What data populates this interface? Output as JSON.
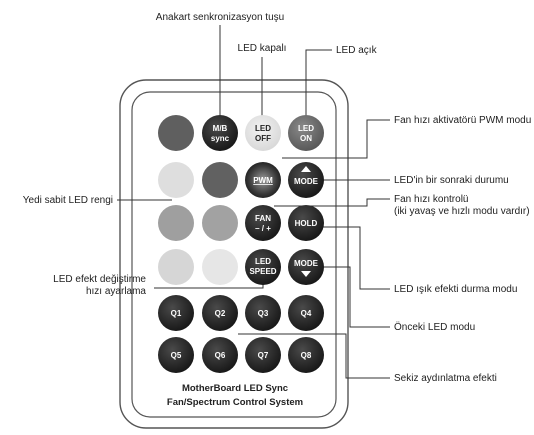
{
  "remote": {
    "title_line1": "MotherBoard LED Sync",
    "title_line2": "Fan/Spectrum Control System"
  },
  "colors": {
    "dark_button": "#262626",
    "grey_dark": "#616161",
    "grey_mid": "#9d9d9d",
    "grey_light": "#d5d5d5",
    "grey_lighter": "#e4e4e4",
    "callout_line": "#333333"
  },
  "buttons": {
    "mb_sync": {
      "line1": "M/B",
      "line2": "sync"
    },
    "led_off": {
      "line1": "LED",
      "line2": "OFF"
    },
    "led_on": {
      "line1": "LED",
      "line2": "ON"
    },
    "pwm": {
      "label": "PWM"
    },
    "mode_up": {
      "label": "MODE",
      "icon": "triangle-up-icon"
    },
    "fan": {
      "line1": "FAN",
      "line2": "– / +"
    },
    "hold": {
      "label": "HOLD"
    },
    "led_speed": {
      "line1": "LED",
      "line2": "SPEED"
    },
    "mode_down": {
      "label": "MODE",
      "icon": "triangle-down-icon"
    },
    "q": [
      "Q1",
      "Q2",
      "Q3",
      "Q4",
      "Q5",
      "Q6",
      "Q7",
      "Q8"
    ]
  },
  "callouts": {
    "mb_sync": "Anakart senkronizasyon tuşu",
    "led_off": "LED kapalı",
    "led_on": "LED açık",
    "pwm": "Fan hızı aktivatörü PWM modu",
    "mode_up": "LED'in bir sonraki durumu",
    "fan_line1": "Fan hızı kontrolü",
    "fan_line2": "(iki yavaş ve hızlı modu vardır)",
    "static_colors": "Yedi sabit LED rengi",
    "speed_line1": "LED efekt değiştirme",
    "speed_line2": "hızı ayarlama",
    "hold": "LED ışık efekti durma modu",
    "mode_down": "Önceki LED modu",
    "q_buttons": "Sekiz aydınlatma efekti"
  }
}
